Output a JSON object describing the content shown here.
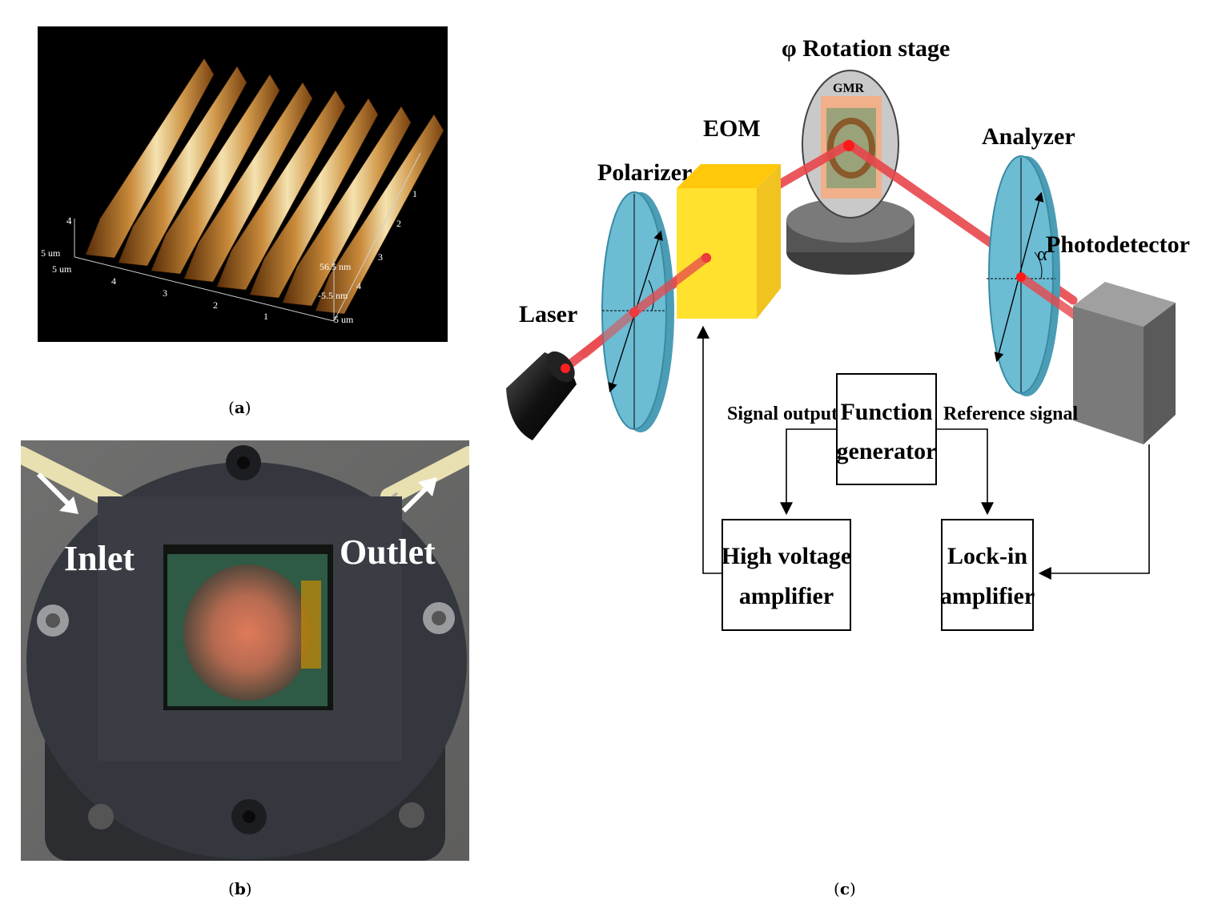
{
  "panel_a": {
    "caption_letter": "a",
    "axis_labels": {
      "z_top": "4",
      "y_end_left": "5 um",
      "x_start_left": "5 um",
      "x_ticks": [
        "4",
        "3",
        "2",
        "1"
      ],
      "y_ticks": [
        "1",
        "2",
        "3",
        "4"
      ],
      "y_end_right": "5 um",
      "height_max": "56.5 nm",
      "height_min": "-5.5 nm"
    },
    "ridge_count": 8
  },
  "panel_b": {
    "caption_letter": "b",
    "inlet_label": "Inlet",
    "outlet_label": "Outlet"
  },
  "panel_c": {
    "caption_letter": "c",
    "title_rotation": "φ Rotation stage",
    "gmr_label": "GMR",
    "eom_label": "EOM",
    "polarizer_label": "Polarizer",
    "analyzer_label": "Analyzer",
    "photodetector_label": "Photodetector",
    "laser_label": "Laser",
    "alpha_label": "α",
    "signal_output_label": "Signal output",
    "reference_signal_label": "Reference signal",
    "function_generator": [
      "Function",
      "generator"
    ],
    "hv_amplifier": [
      "High voltage",
      "amplifier"
    ],
    "lockin_amplifier": [
      "Lock-in",
      "amplifier"
    ],
    "colors": {
      "beam": "#e8474c",
      "polarizer": "#6cbcd4",
      "eom_front": "#ffe12e",
      "eom_side": "#f0c321",
      "eom_top": "#ffc80a",
      "stage_disk": "#c9c9c9",
      "detector": "#7a7a7a"
    }
  }
}
